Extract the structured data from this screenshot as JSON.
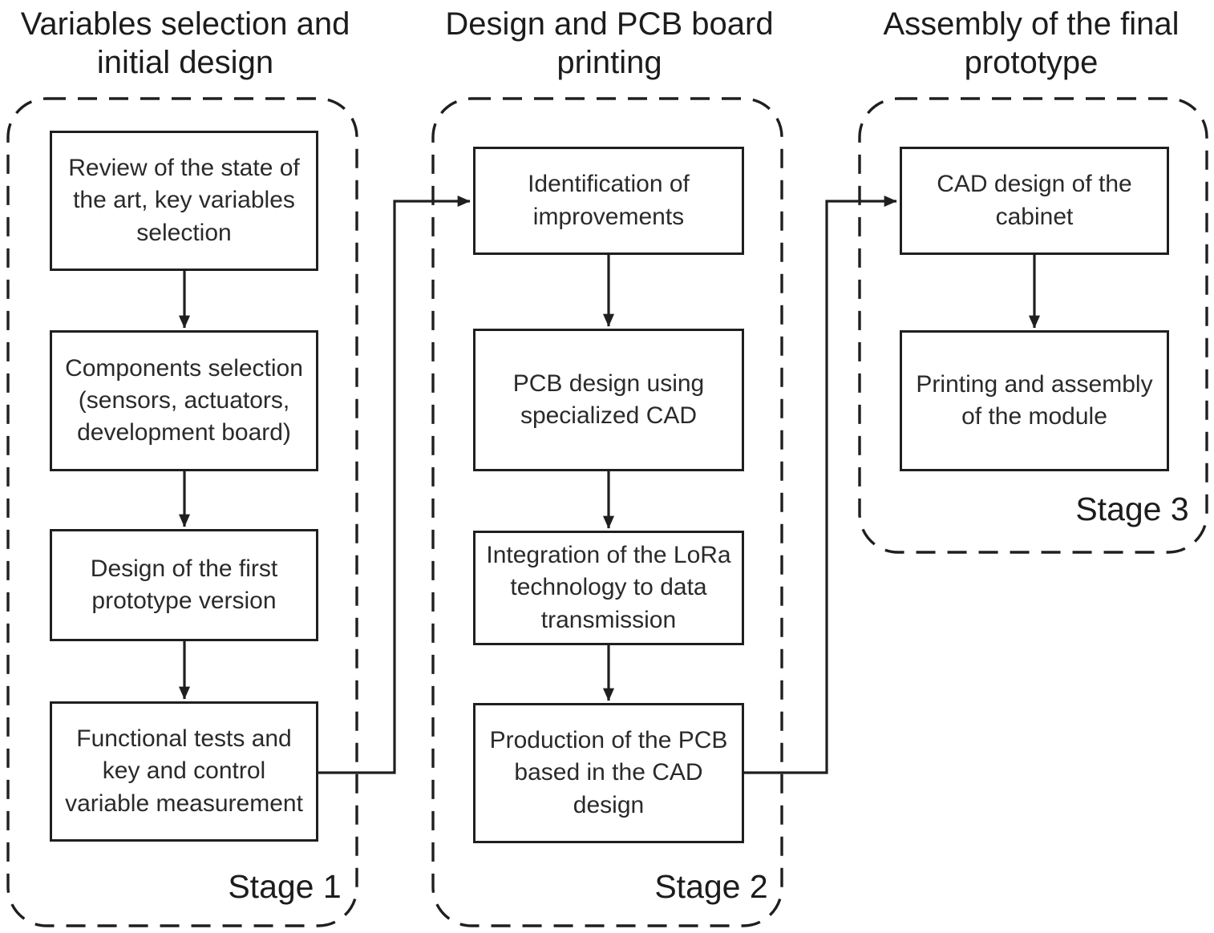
{
  "diagram_title": "Prototype development methodology flowchart",
  "colors": {
    "ink": "#1f1f1f",
    "background": "#ffffff"
  },
  "columns": [
    {
      "header": "Variables selection and\ninitial design",
      "stage_label": "Stage 1",
      "boxes": [
        "Review of the state of\nthe art, key variables\nselection",
        "Components selection\n(sensors, actuators,\ndevelopment board)",
        "Design of the first\nprototype version",
        "Functional tests and\nkey and control\nvariable measurement"
      ]
    },
    {
      "header": "Design and PCB board\nprinting",
      "stage_label": "Stage 2",
      "boxes": [
        "Identification of\nimprovements",
        "PCB design using\nspecialized CAD",
        "Integration of the LoRa\ntechnology to data\ntransmission",
        "Production of the PCB\nbased in the CAD\ndesign"
      ]
    },
    {
      "header": "Assembly of the final\nprototype",
      "stage_label": "Stage 3",
      "boxes": [
        "CAD design of the\ncabinet",
        "Printing and assembly\nof the module"
      ]
    }
  ]
}
